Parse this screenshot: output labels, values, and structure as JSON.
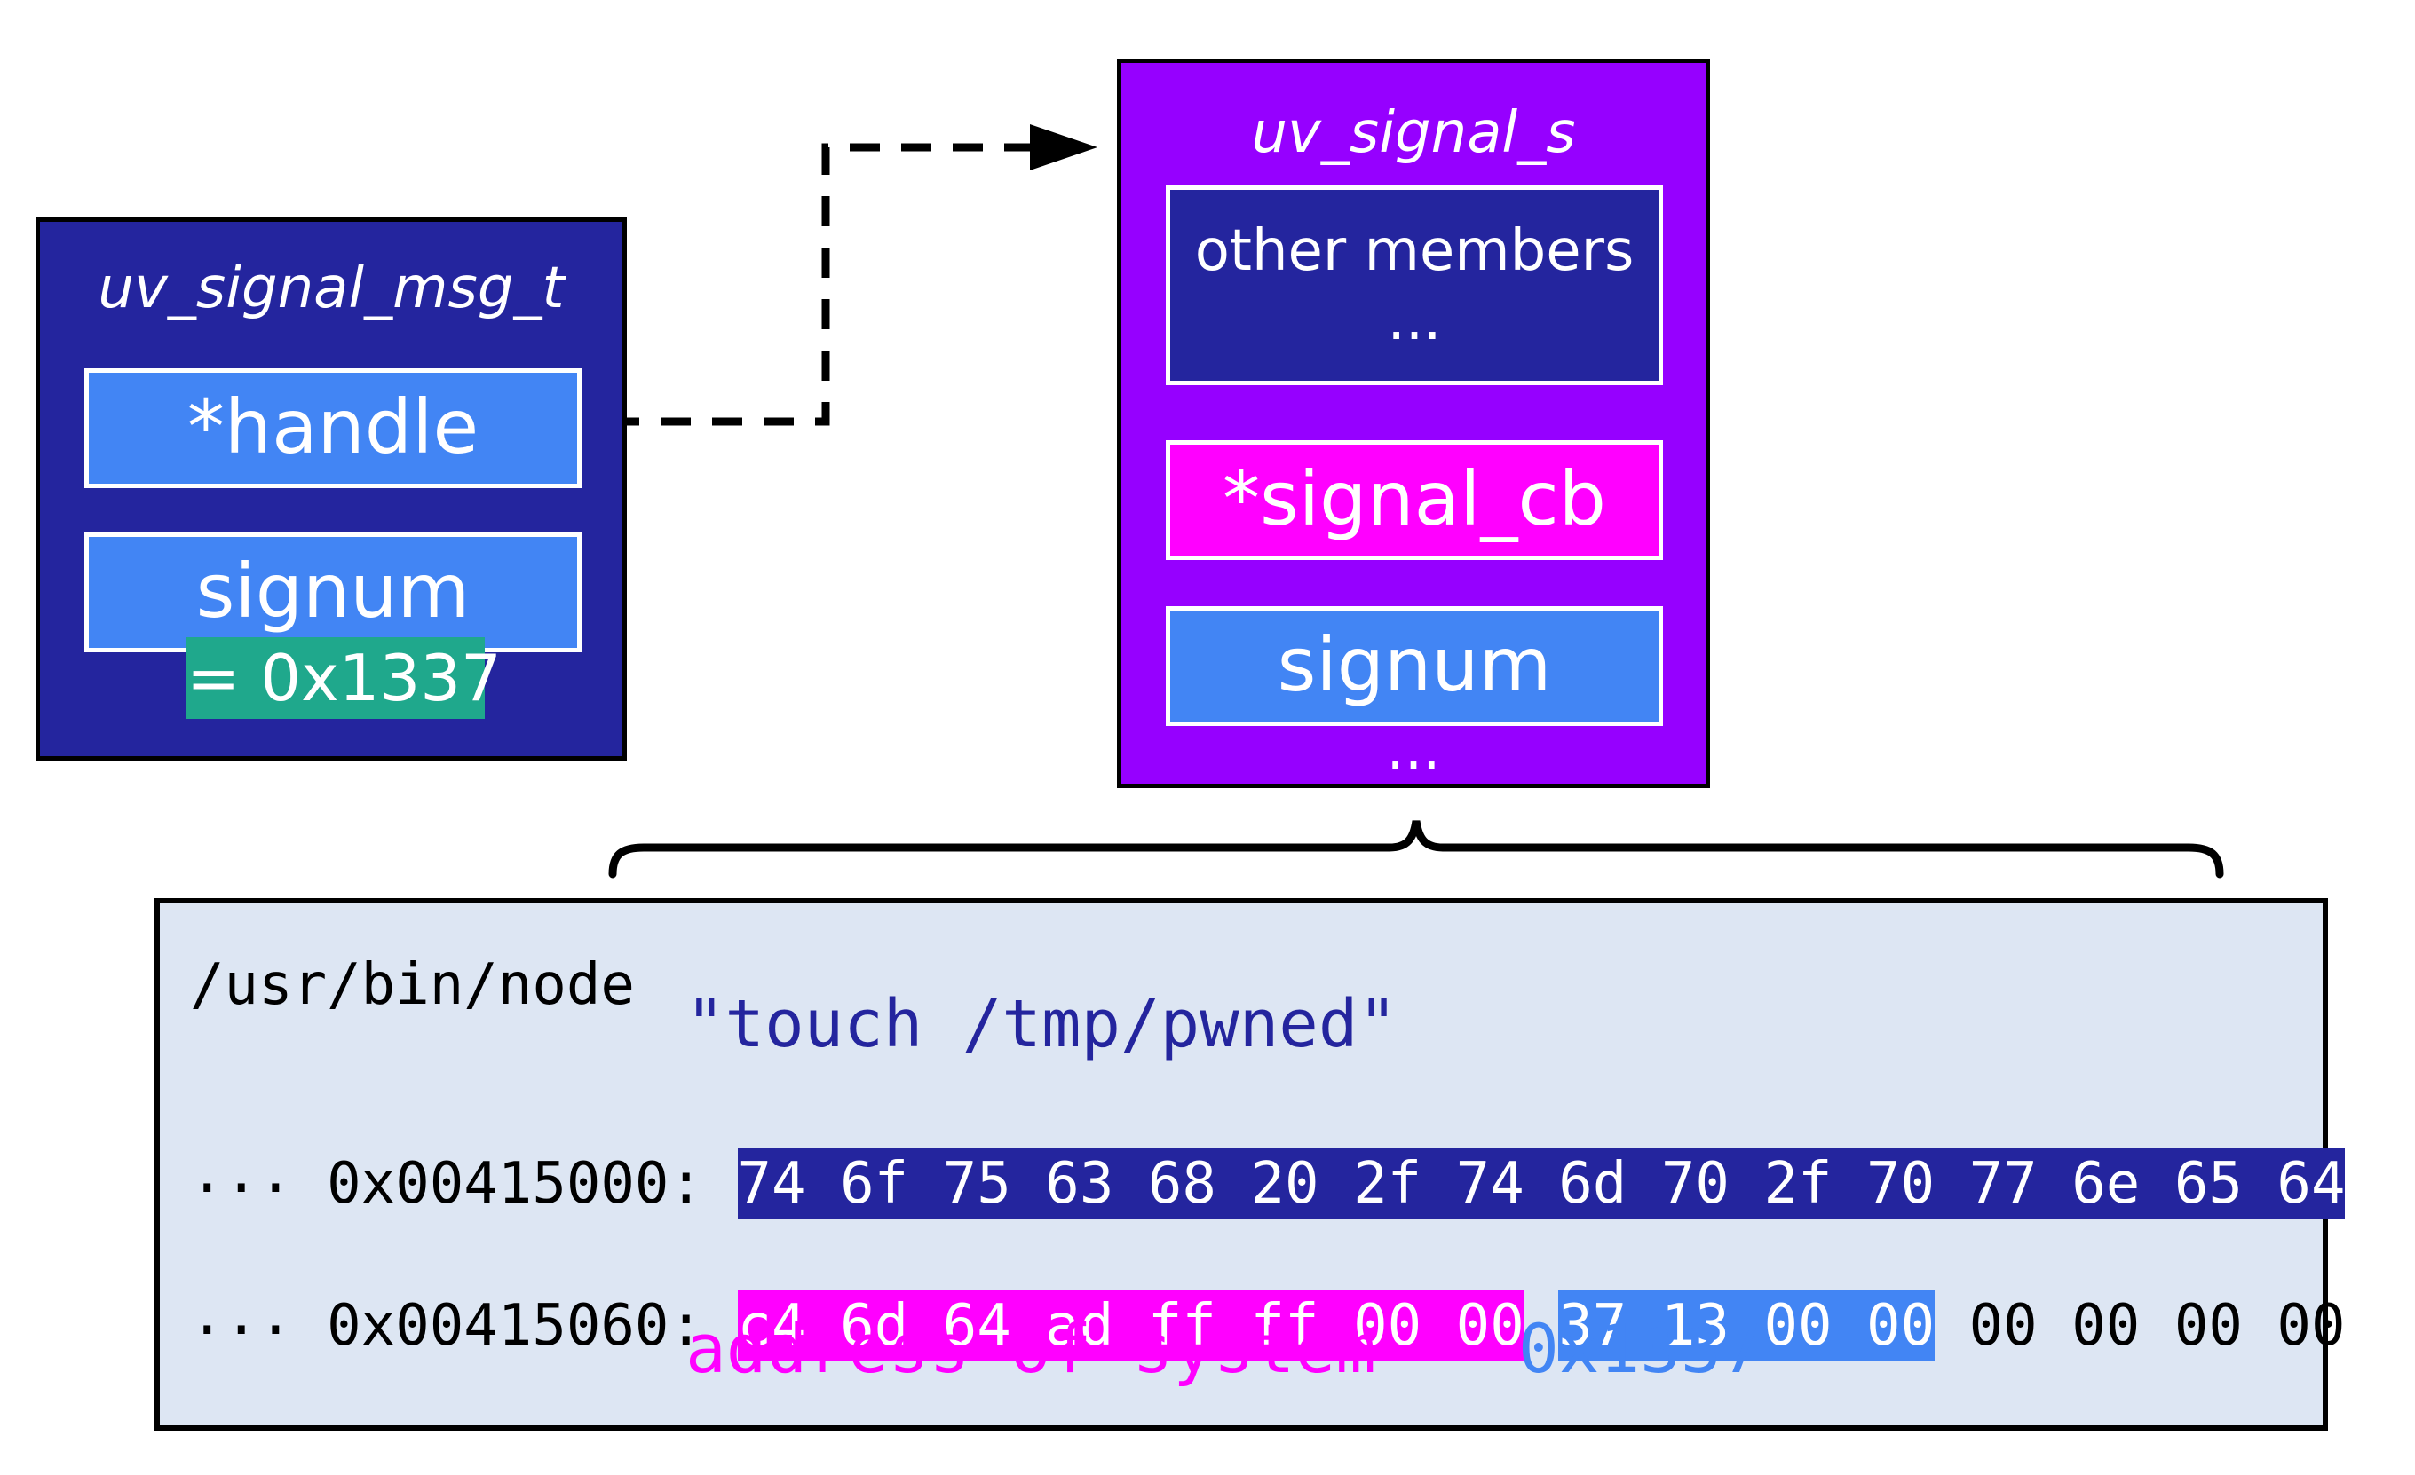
{
  "colors": {
    "msg_struct_bg": "#24259E",
    "signal_struct_bg": "#9600FF",
    "field_blue": "#4285F4",
    "field_magenta": "#FF00FF",
    "value_teal": "#1FA88C",
    "memory_bg": "#DDE6F3",
    "hex_dark_blue": "#24259E",
    "label_blue": "#4285F4",
    "label_magenta": "#FF00FF",
    "quote_blue": "#24259E"
  },
  "msg_struct": {
    "title": "uv_signal_msg_t",
    "fields": {
      "handle": "*handle",
      "signum": "signum"
    },
    "signum_value": "= 0x1337"
  },
  "signal_struct": {
    "title": "uv_signal_s",
    "other_members": "other members",
    "ellipsis_top": "...",
    "signal_cb": "*signal_cb",
    "signum": "signum",
    "ellipsis_bottom": "..."
  },
  "memory": {
    "binary": "/usr/bin/node",
    "string": "\"touch /tmp/pwned\"",
    "row1": {
      "address": "0x00415000: ",
      "bytes": "74 6f 75 63 68 20 2f 74 6d 70 2f 70 77 6e 65 64"
    },
    "gap1": "...",
    "row2": {
      "address": "0x00415060: ",
      "bytes_system": "c4 6d 64 ad ff ff 00 00",
      "bytes_signum": "37 13 00 00",
      "bytes_rest": "00 00 00 00"
    },
    "gap2": "...",
    "label_system": "address of system",
    "label_signum": "0x1337"
  }
}
